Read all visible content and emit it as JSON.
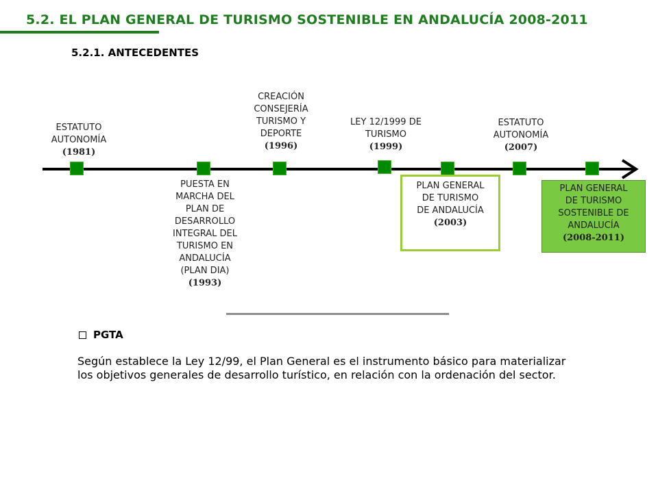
{
  "header": {
    "title": "5.2. EL PLAN GENERAL DE TURISMO SOSTENIBLE EN ANDALUCÍA 2008-2011",
    "subtitle": "5.2.1. ANTECEDENTES"
  },
  "timeline": {
    "events": [
      {
        "lines": [
          "ESTATUTO",
          "AUTONOMÍA"
        ],
        "year": "(1981)"
      },
      {
        "lines": [
          "PUESTA EN",
          "MARCHA DEL",
          "PLAN DE",
          "DESARROLLO",
          "INTEGRAL DEL",
          "TURISMO EN",
          "ANDALUCÍA",
          "(PLAN DIA)"
        ],
        "year": "(1993)"
      },
      {
        "lines": [
          "CREACIÓN",
          "CONSEJERÍA",
          "TURISMO Y",
          "DEPORTE"
        ],
        "year": "(1996)"
      },
      {
        "lines": [
          "LEY 12/1999 DE",
          "TURISMO"
        ],
        "year": "(1999)"
      },
      {
        "lines": [
          "PLAN GENERAL",
          "DE TURISMO",
          "DE ANDALUCÍA"
        ],
        "year": "(2003)"
      },
      {
        "lines": [
          "ESTATUTO",
          "AUTONOMÍA"
        ],
        "year": "(2007)"
      },
      {
        "lines": [
          "PLAN GENERAL",
          "DE TURISMO",
          "SOSTENIBLE DE",
          "ANDALUCÍA"
        ],
        "year": "(2008-2011)"
      }
    ],
    "colors": {
      "marker": "#008a00",
      "outline_box": "#9acd32",
      "filled_box": "#7ac943"
    }
  },
  "section": {
    "bullet_title": "PGTA",
    "paragraph": "Según establece la Ley 12/99, el Plan General es el instrumento básico para materializar los objetivos generales de desarrollo turístico, en relación con la ordenación del sector."
  },
  "colors": {
    "title": "#1e7d1e"
  }
}
